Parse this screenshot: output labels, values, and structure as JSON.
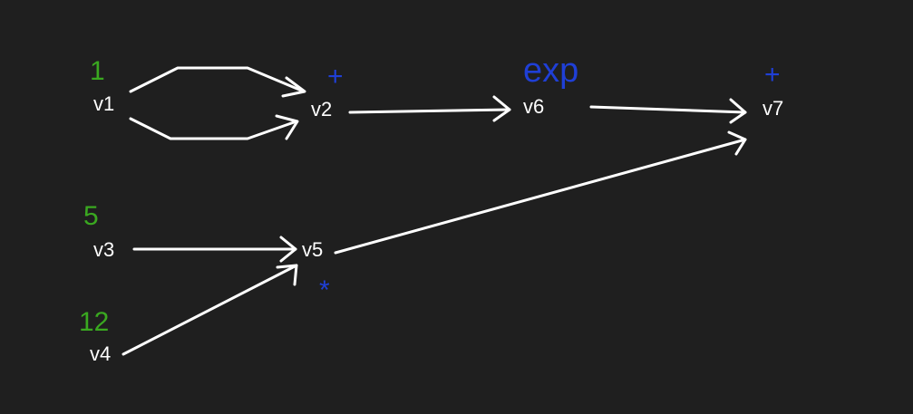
{
  "colors": {
    "background": "#1f1f1f",
    "node_label": "#ffffff",
    "value_label": "#3aa820",
    "operator_label": "#1f3fd6",
    "edge": "#ffffff"
  },
  "nodes": {
    "v1": {
      "label": "v1",
      "value": "1"
    },
    "v2": {
      "label": "v2",
      "op": "+"
    },
    "v3": {
      "label": "v3",
      "value": "5"
    },
    "v4": {
      "label": "v4",
      "value": "12"
    },
    "v5": {
      "label": "v5",
      "op": "*"
    },
    "v6": {
      "label": "v6",
      "op": "exp"
    },
    "v7": {
      "label": "v7",
      "op": "+"
    }
  },
  "edges": [
    {
      "from": "v1",
      "to": "v2"
    },
    {
      "from": "v1",
      "to": "v2"
    },
    {
      "from": "v3",
      "to": "v5"
    },
    {
      "from": "v4",
      "to": "v5"
    },
    {
      "from": "v2",
      "to": "v6"
    },
    {
      "from": "v6",
      "to": "v7"
    },
    {
      "from": "v5",
      "to": "v7"
    }
  ]
}
